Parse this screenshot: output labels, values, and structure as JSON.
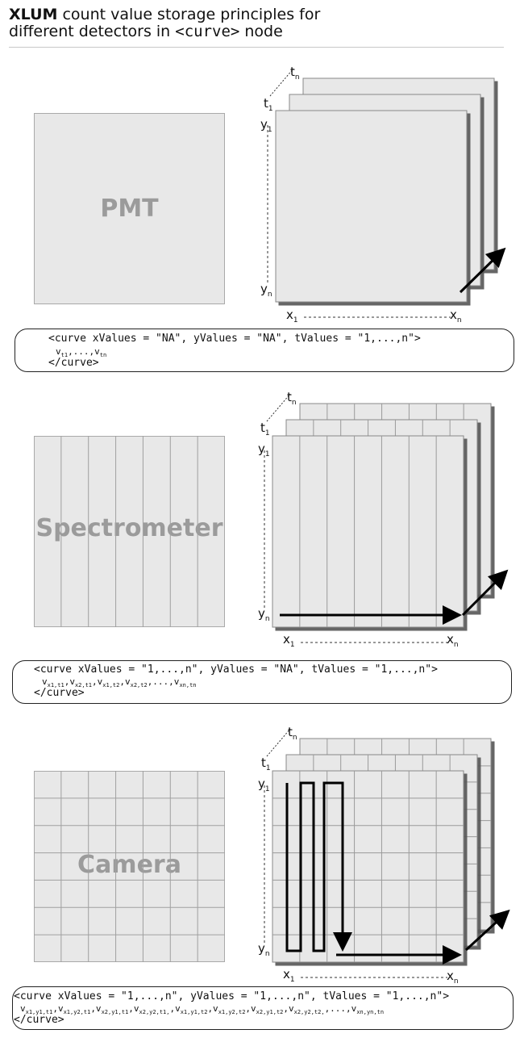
{
  "title": {
    "bold": "XLUM",
    "line1_rest": " count value storage principles for",
    "line2_pre": "different detectors  in ",
    "line2_code": "<curve>",
    "line2_post": " node"
  },
  "axis": {
    "t": "t",
    "y": "y",
    "x": "x",
    "sub_1": "1",
    "sub_n": "n"
  },
  "pmt": {
    "label": "PMT",
    "code_open": "<curve xValues = \"NA\", yValues = \"NA\", tValues = \"1,...,n\">",
    "values": [
      {
        "t": "v",
        "s": "t1"
      },
      {
        "t": ",...,v",
        "s": ""
      },
      {
        "t": "",
        "s": "tn"
      }
    ],
    "code_close": "</curve>"
  },
  "spectrometer": {
    "label": "Spectrometer",
    "code_open": "<curve xValues = \"1,...,n\", yValues = \"NA\", tValues = \"1,...,n\">",
    "code_close": "</curve>"
  },
  "camera": {
    "label": "Camera",
    "code_open": "<curve xValues = \"1,...,n\", yValues = \"1,...,n\", tValues = \"1,...,n\">",
    "code_close": "</curve>"
  },
  "values_text": {
    "pmt": [
      [
        "v",
        "t1"
      ],
      [
        ",...,v",
        "tn"
      ]
    ],
    "spectrometer": [
      [
        "v",
        "x1,t1"
      ],
      [
        ",v",
        "x2,t1"
      ],
      [
        ",v",
        "x1,t2"
      ],
      [
        ",v",
        "x2,t2"
      ],
      [
        ",...,v",
        "xn,tn"
      ]
    ],
    "camera": [
      [
        "v",
        "x1,y1,t1"
      ],
      [
        ",v",
        "x1,y2,t1"
      ],
      [
        ",v",
        "x2,y1,t1"
      ],
      [
        ",v",
        "x2,y2,t1,"
      ],
      [
        ",v",
        "x1,y1,t2"
      ],
      [
        ",v",
        "x1,y2,t2"
      ],
      [
        ",v",
        "x2,y1,t2"
      ],
      [
        ",v",
        "x2,y2,t2,"
      ],
      [
        ",...,v",
        "xn,yn,tn"
      ]
    ]
  },
  "colors": {
    "panel": "#e8e8e8",
    "panel_border": "#a9a9a9",
    "label": "#9b9b9b",
    "arrow": "#000000"
  }
}
